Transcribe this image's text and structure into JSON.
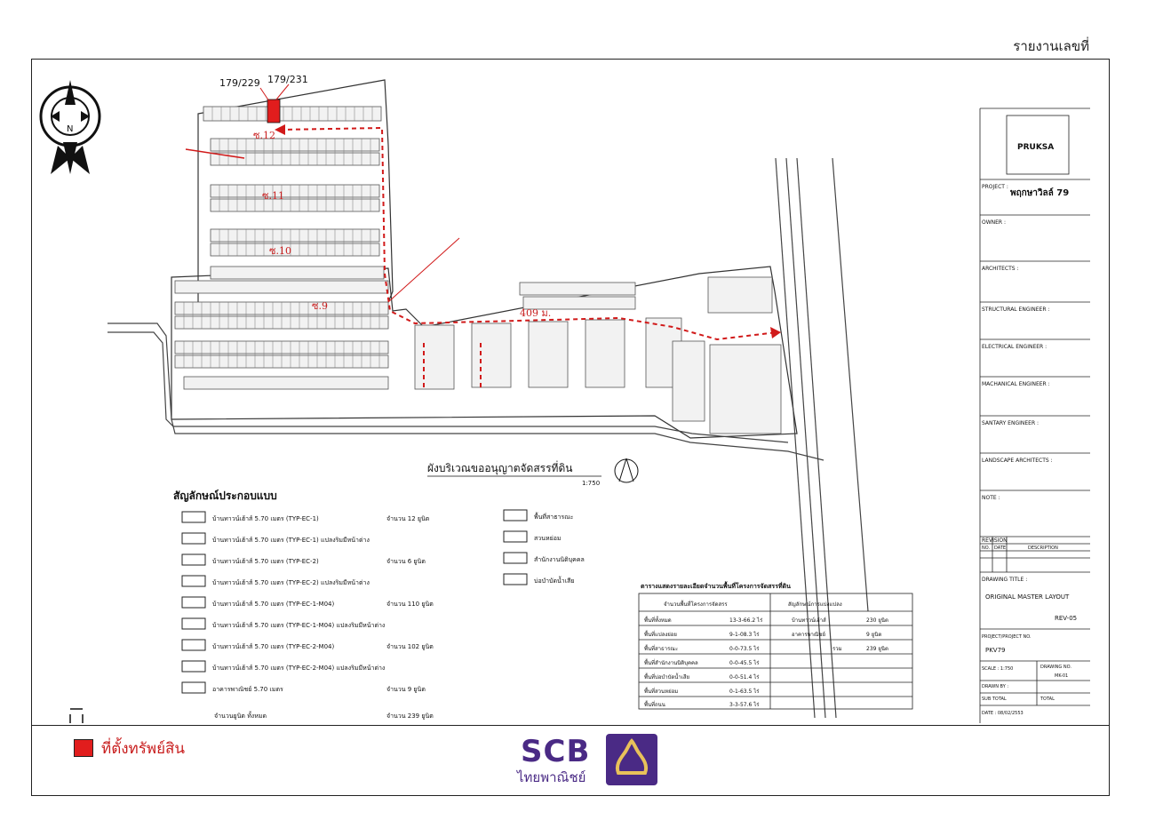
{
  "header": {
    "report_number_label": "รายงานเลขที่"
  },
  "plot_labels": {
    "plot_a": "179/229",
    "plot_b": "179/231",
    "soi_12": "ซ.12",
    "soi_11": "ซ.11",
    "soi_10": "ซ.10",
    "soi_9": "ซ.9",
    "distance": "409 ม.",
    "north": "N"
  },
  "title_block": {
    "brand": "PRUKSA",
    "project_label": "PROJECT :",
    "project_name": "พฤกษาวิลล์ 79",
    "owner_label": "OWNER :",
    "architects_label": "ARCHITECTS :",
    "structural_label": "STRUCTURAL ENGINEER :",
    "electrical_label": "ELECTRICAL ENGINEER :",
    "mechanical_label": "MACHANICAL ENGINEER :",
    "sanitary_label": "SANTARY ENGINEER :",
    "landscape_label": "LANDSCAPE ARCHITECTS :",
    "note_label": "NOTE :",
    "revision_label": "REVISION",
    "rev_no_col": "NO.",
    "rev_date_col": "DATE",
    "rev_desc_col": "DESCRIPTION",
    "drawing_title_label": "DRAWING TITLE :",
    "drawing_title": "ORIGINAL MASTER LAYOUT",
    "rev": "REV-05",
    "project_no_label": "PROJECT/PROJECT NO.",
    "project_no": "PKV79",
    "scale_label": "SCALE : 1:750",
    "drawing_no_label": "DRAWING NO.",
    "drawing_no": "MK-01",
    "drawn_by_label": "DRAWN BY :",
    "sub_total_label": "SUB TOTAL",
    "total_label": "TOTAL",
    "date_label": "DATE : 08/02/2553"
  },
  "plan_caption": {
    "title": "ผังบริเวณขออนุญาตจัดสรรที่ดิน",
    "scale": "1:750"
  },
  "symbols": {
    "title": "สัญลักษณ์ประกอบแบบ",
    "rows": [
      {
        "label": "บ้านทาวน์เฮ้าส์ 5.70 เมตร (TYP-EC-1)",
        "qty": "จำนวน 12 ยูนิต"
      },
      {
        "label": "บ้านทาวน์เฮ้าส์ 5.70 เมตร (TYP-EC-1) แปลงริมมีหน้าต่าง",
        "qty": ""
      },
      {
        "label": "บ้านทาวน์เฮ้าส์ 5.70 เมตร (TYP-EC-2)",
        "qty": "จำนวน 6 ยูนิต"
      },
      {
        "label": "บ้านทาวน์เฮ้าส์ 5.70 เมตร (TYP-EC-2) แปลงริมมีหน้าต่าง",
        "qty": ""
      },
      {
        "label": "บ้านทาวน์เฮ้าส์ 5.70 เมตร (TYP-EC-1-M04)",
        "qty": "จำนวน 110 ยูนิต"
      },
      {
        "label": "บ้านทาวน์เฮ้าส์ 5.70 เมตร (TYP-EC-1-M04) แปลงริมมีหน้าต่าง",
        "qty": ""
      },
      {
        "label": "บ้านทาวน์เฮ้าส์ 5.70 เมตร (TYP-EC-2-M04)",
        "qty": "จำนวน 102 ยูนิต"
      },
      {
        "label": "บ้านทาวน์เฮ้าส์ 5.70 เมตร (TYP-EC-2-M04) แปลงริมมีหน้าต่าง",
        "qty": ""
      },
      {
        "label": "อาคารพาณิชย์ 5.70 เมตร",
        "qty": "จำนวน 9 ยูนิต"
      }
    ],
    "total": "จำนวนยูนิต ทั้งหมด",
    "total_qty": "จำนวน 239 ยูนิต",
    "side": [
      "พื้นที่สาธารณะ",
      "สวนหย่อม",
      "สำนักงานนิติบุคคล",
      "บ่อบำบัดน้ำเสีย"
    ]
  },
  "area_table": {
    "title": "ตารางแสดงรายละเอียดจำนวนพื้นที่โครงการจัดสรรที่ดิน",
    "col_a": "จำนวนพื้นที่โครงการจัดสรร",
    "col_b": "สัญลักษณ์การแบ่งแปลง",
    "rows": [
      {
        "label": "พื้นที่ทั้งหมด",
        "value": "13-3-66.2 ไร่"
      },
      {
        "label": "พื้นที่แปลงย่อย",
        "value": "9-1-08.3 ไร่"
      },
      {
        "label": "พื้นที่สาธารณะ",
        "value": "0-0-73.5 ไร่"
      },
      {
        "label": "พื้นที่สำนักงานนิติบุคคล",
        "value": "0-0-45.5 ไร่"
      },
      {
        "label": "พื้นที่บ่อบำบัดน้ำเสีย",
        "value": "0-0-51.4 ไร่"
      },
      {
        "label": "พื้นที่สวนหย่อม",
        "value": "0-1-63.5 ไร่"
      },
      {
        "label": "พื้นที่ถนน",
        "value": "3-3-57.6 ไร่"
      }
    ],
    "sym_rows": [
      {
        "label": "บ้านทาวน์เฮ้าส์",
        "value": "230 ยูนิต"
      },
      {
        "label": "อาคารพาณิชย์",
        "value": "9 ยูนิต"
      },
      {
        "label": "รวม",
        "value": "239 ยูนิต"
      }
    ]
  },
  "footer": {
    "legend_label": "ที่ตั้งทรัพย์สิน",
    "brand_name": "SCB",
    "brand_thai": "ไทยพาณิชย์"
  },
  "colors": {
    "marker": "#e11d1d",
    "brand": "#4a2a85",
    "route": "#d11a1a"
  }
}
